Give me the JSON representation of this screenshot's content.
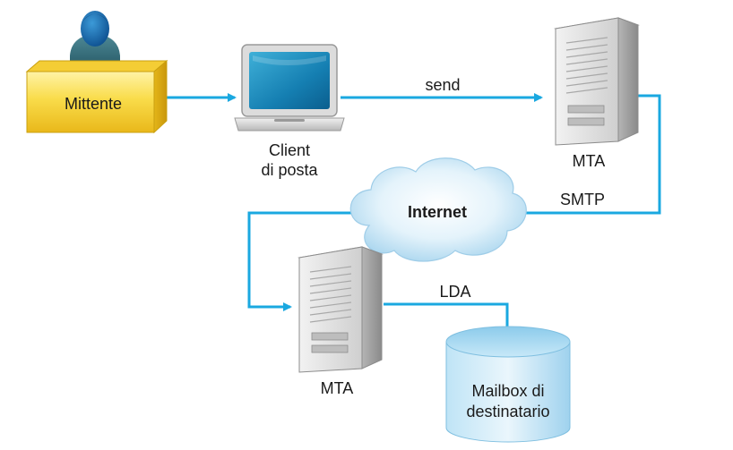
{
  "nodes": {
    "sender": {
      "label": "Mittente"
    },
    "client": {
      "label_line1": "Client",
      "label_line2": "di posta"
    },
    "mta_top": {
      "label": "MTA"
    },
    "internet": {
      "label": "Internet"
    },
    "mta_bottom": {
      "label": "MTA"
    },
    "mailbox": {
      "label_line1": "Mailbox di",
      "label_line2": "destinatario"
    }
  },
  "edges": {
    "send": {
      "label": "send"
    },
    "smtp": {
      "label": "SMTP"
    },
    "lda": {
      "label": "LDA"
    }
  },
  "colors": {
    "arrow": "#1aa8e0",
    "sender_box": "#f7d43a",
    "cloud": "#c9e6f5",
    "mailbox": "#a9d8f0",
    "server": "#d7d7d7"
  }
}
